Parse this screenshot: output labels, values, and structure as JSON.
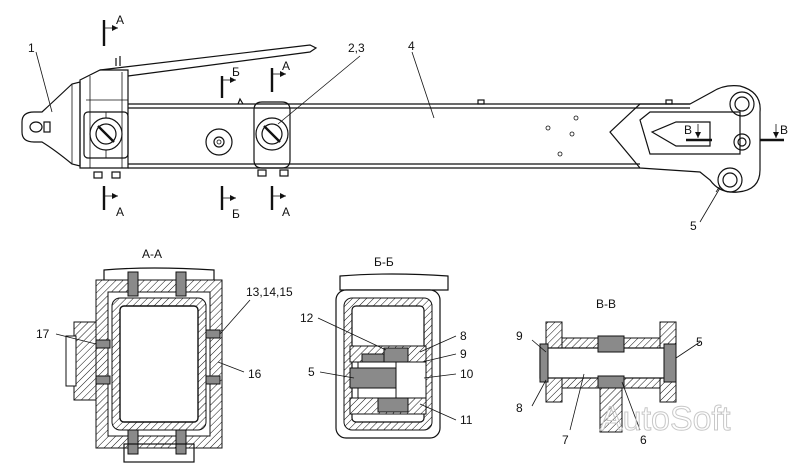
{
  "callouts": {
    "c1": "1",
    "c23": "2,3",
    "c4": "4",
    "c5_main": "5",
    "c13_15": "13,14,15",
    "c16": "16",
    "c17": "17",
    "c12": "12",
    "c8_bb": "8",
    "c9_bb": "9",
    "c5_bb": "5",
    "c10": "10",
    "c11": "11",
    "c9_vv": "9",
    "c5_vv": "5",
    "c8_vv": "8",
    "c7": "7",
    "c6": "6"
  },
  "section_marks": {
    "a_top_left": "А",
    "a_bot_left": "А",
    "b_top": "Б",
    "b_bot": "Б",
    "a_top_right": "А",
    "a_bot_right": "А",
    "v_inner": "В",
    "v_outer": "В"
  },
  "section_titles": {
    "aa": "А-А",
    "bb": "Б-Б",
    "vv": "В-В"
  },
  "watermark": "AutoSoft"
}
